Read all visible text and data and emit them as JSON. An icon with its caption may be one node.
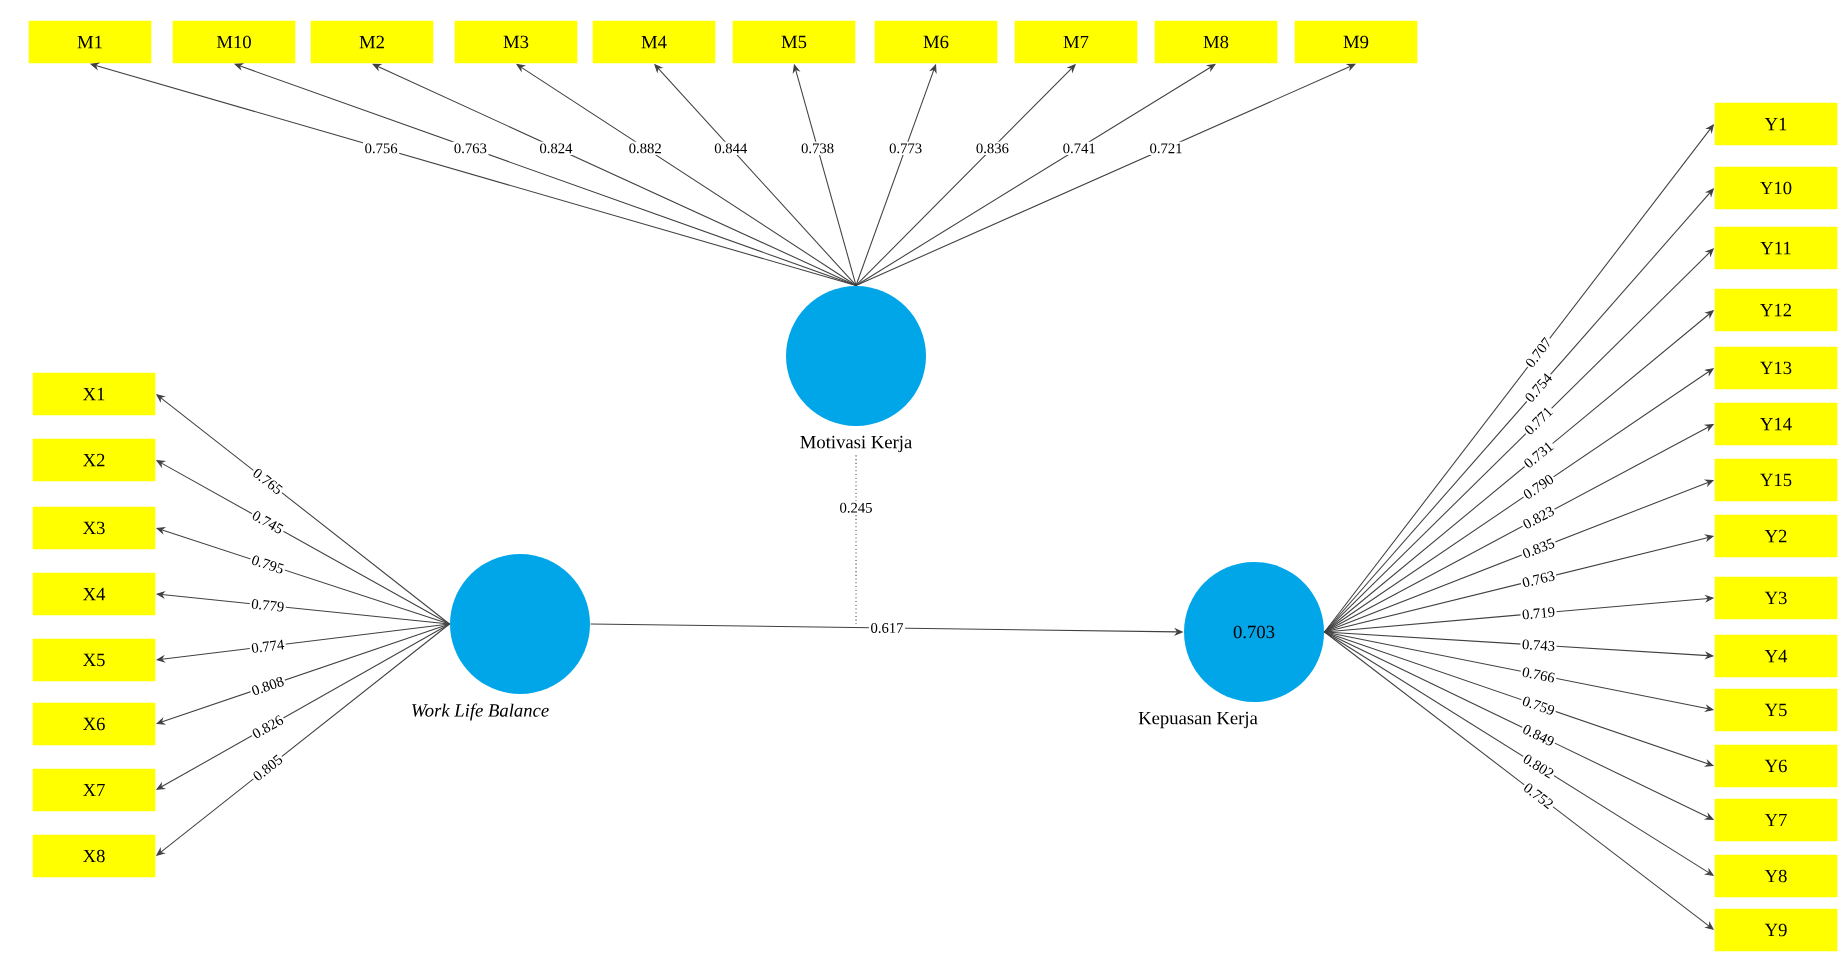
{
  "diagram": {
    "nodes": [
      {
        "text": [
          "M1"
        ]
      },
      {
        "text": [
          "M10"
        ]
      },
      {
        "text": [
          "M2"
        ]
      },
      {
        "text": [
          "M3"
        ]
      },
      {
        "text": [
          "M4"
        ]
      },
      {
        "text": [
          "M5"
        ]
      },
      {
        "text": [
          "M6"
        ]
      },
      {
        "text": [
          "M7"
        ]
      },
      {
        "text": [
          "M8"
        ]
      },
      {
        "text": [
          "M9"
        ]
      },
      {
        "text": [
          "Motivasi Kerja"
        ]
      },
      {
        "text": [
          "X1"
        ]
      },
      {
        "text": [
          "X2"
        ]
      },
      {
        "text": [
          "X3"
        ]
      },
      {
        "text": [
          "X4"
        ]
      },
      {
        "text": [
          "X5"
        ]
      },
      {
        "text": [
          "X6"
        ]
      },
      {
        "text": [
          "X7"
        ]
      },
      {
        "text": [
          "X8"
        ]
      },
      {
        "text": [
          "Work Life Balance"
        ]
      },
      {
        "text": [
          "0.703",
          "Kepuasan Kerja"
        ]
      },
      {
        "text": [
          "Y1"
        ]
      },
      {
        "text": [
          "Y10"
        ]
      },
      {
        "text": [
          "Y11"
        ]
      },
      {
        "text": [
          "Y12"
        ]
      },
      {
        "text": [
          "Y13"
        ]
      },
      {
        "text": [
          "Y14"
        ]
      },
      {
        "text": [
          "Y15"
        ]
      },
      {
        "text": [
          "Y2"
        ]
      },
      {
        "text": [
          "Y3"
        ]
      },
      {
        "text": [
          "Y4"
        ]
      },
      {
        "text": [
          "Y5"
        ]
      },
      {
        "text": [
          "Y6"
        ]
      },
      {
        "text": [
          "Y7"
        ]
      },
      {
        "text": [
          "Y8"
        ]
      },
      {
        "text": [
          "Y9"
        ]
      }
    ],
    "edges": [
      {
        "from": 10,
        "to": 0,
        "arrow": "to",
        "label": "0.756"
      },
      {
        "from": 10,
        "to": 1,
        "arrow": "to",
        "label": "0.763"
      },
      {
        "from": 10,
        "to": 2,
        "arrow": "to",
        "label": "0.824"
      },
      {
        "from": 10,
        "to": 3,
        "arrow": "to",
        "label": "0.882"
      },
      {
        "from": 10,
        "to": 4,
        "arrow": "to",
        "label": "0.844"
      },
      {
        "from": 10,
        "to": 5,
        "arrow": "to",
        "label": "0.738"
      },
      {
        "from": 10,
        "to": 6,
        "arrow": "to",
        "label": "0.773"
      },
      {
        "from": 10,
        "to": 7,
        "arrow": "to",
        "label": "0.836"
      },
      {
        "from": 10,
        "to": 8,
        "arrow": "to",
        "label": "0.741"
      },
      {
        "from": 10,
        "to": 9,
        "arrow": "to",
        "label": "0.721"
      },
      {
        "from": 19,
        "to": 11,
        "arrow": "to",
        "label": "0.765"
      },
      {
        "from": 19,
        "to": 12,
        "arrow": "to",
        "label": "0.745"
      },
      {
        "from": 19,
        "to": 13,
        "arrow": "to",
        "label": "0.795"
      },
      {
        "from": 19,
        "to": 14,
        "arrow": "to",
        "label": "0.779"
      },
      {
        "from": 19,
        "to": 15,
        "arrow": "to",
        "label": "0.774"
      },
      {
        "from": 19,
        "to": 16,
        "arrow": "to",
        "label": "0.808"
      },
      {
        "from": 19,
        "to": 17,
        "arrow": "to",
        "label": "0.826"
      },
      {
        "from": 19,
        "to": 18,
        "arrow": "to",
        "label": "0.805"
      },
      {
        "from": 19,
        "to": 20,
        "arrow": "to",
        "label": "0.617"
      },
      {
        "from": 10,
        "to": null,
        "arrow": "none",
        "label": "0.245",
        "style": "dashed"
      },
      {
        "from": 20,
        "to": 21,
        "arrow": "to",
        "label": "0.707"
      },
      {
        "from": 20,
        "to": 22,
        "arrow": "to",
        "label": "0.754"
      },
      {
        "from": 20,
        "to": 23,
        "arrow": "to",
        "label": "0.771"
      },
      {
        "from": 20,
        "to": 24,
        "arrow": "to",
        "label": "0.731"
      },
      {
        "from": 20,
        "to": 25,
        "arrow": "to",
        "label": "0.790"
      },
      {
        "from": 20,
        "to": 26,
        "arrow": "to",
        "label": "0.823"
      },
      {
        "from": 20,
        "to": 27,
        "arrow": "to",
        "label": "0.835"
      },
      {
        "from": 20,
        "to": 28,
        "arrow": "to",
        "label": "0.763"
      },
      {
        "from": 20,
        "to": 29,
        "arrow": "to",
        "label": "0.719"
      },
      {
        "from": 20,
        "to": 30,
        "arrow": "to",
        "label": "0.743"
      },
      {
        "from": 20,
        "to": 31,
        "arrow": "to",
        "label": "0.766"
      },
      {
        "from": 20,
        "to": 32,
        "arrow": "to",
        "label": "0.759"
      },
      {
        "from": 20,
        "to": 33,
        "arrow": "to",
        "label": "0.849"
      },
      {
        "from": 20,
        "to": 34,
        "arrow": "to",
        "label": "0.802"
      },
      {
        "from": 20,
        "to": 35,
        "arrow": "to",
        "label": "0.752"
      }
    ]
  }
}
